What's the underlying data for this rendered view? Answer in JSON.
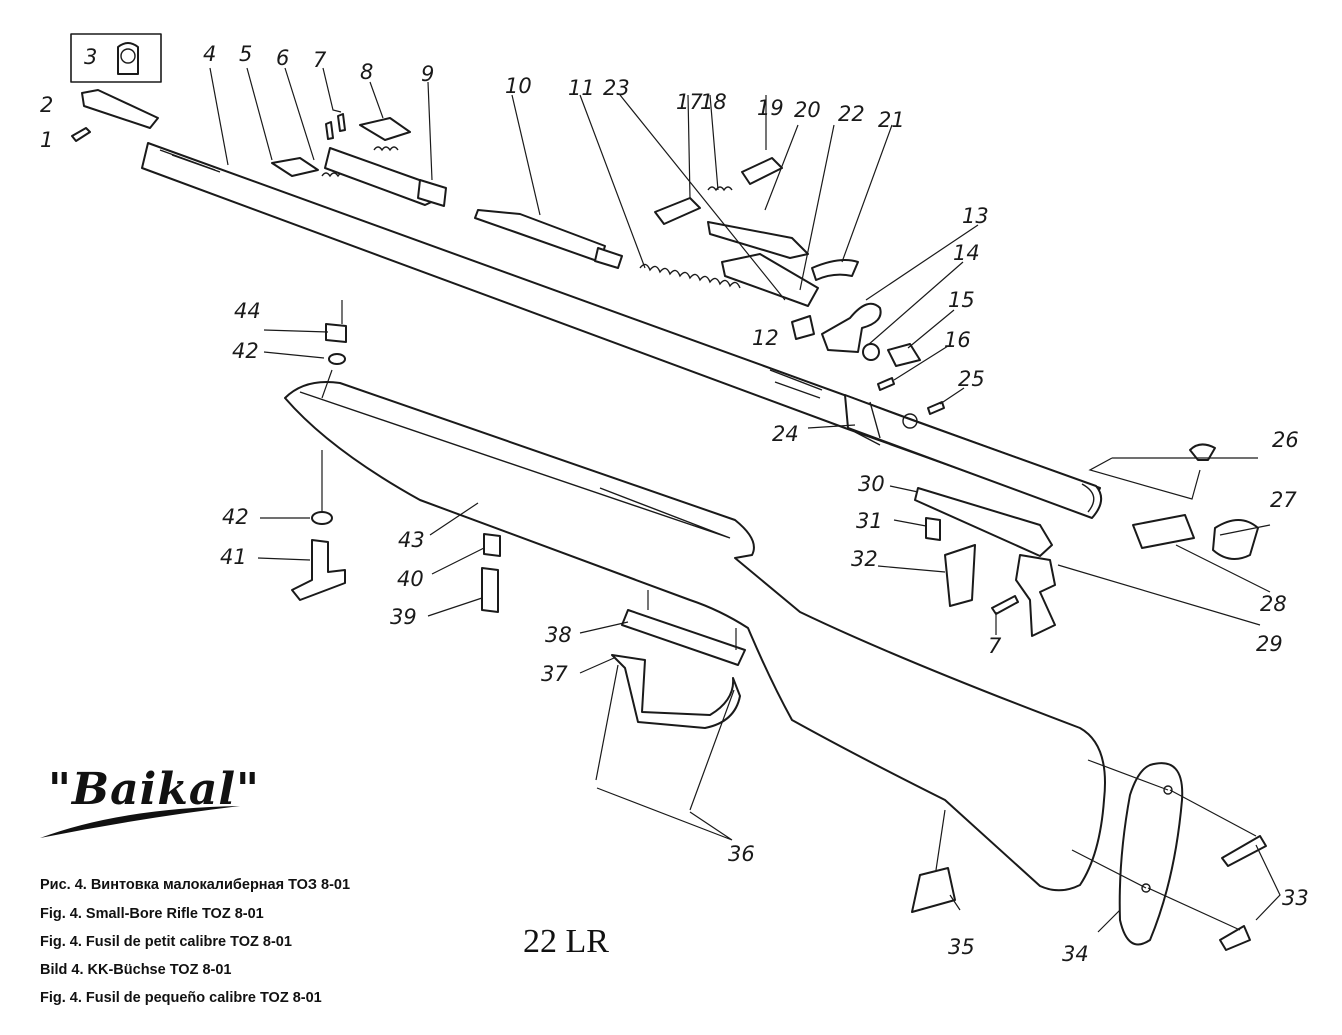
{
  "brand": {
    "logo_text": "\"Baikal\""
  },
  "model": "22 LR",
  "captions": [
    "Рис. 4. Винтовка малокалиберная ТОЗ 8-01",
    "Fig. 4. Small-Bore Rifle TOZ 8-01",
    "Fig. 4. Fusil de petit calibre TOZ 8-01",
    "Bild 4. KK-Büchse TOZ 8-01",
    "Fig. 4. Fusil de pequeño calibre TOZ 8-01"
  ],
  "part_numbers": {
    "p1": "1",
    "p2": "2",
    "p3": "3",
    "p4": "4",
    "p5": "5",
    "p6": "6",
    "p7": "7",
    "p7b": "7",
    "p8": "8",
    "p9": "9",
    "p10": "10",
    "p11": "11",
    "p12": "12",
    "p13": "13",
    "p14": "14",
    "p15": "15",
    "p16": "16",
    "p17": "17",
    "p18": "18",
    "p19": "19",
    "p20": "20",
    "p21": "21",
    "p22": "22",
    "p23": "23",
    "p24": "24",
    "p25": "25",
    "p26": "26",
    "p27": "27",
    "p28": "28",
    "p29": "29",
    "p30": "30",
    "p31": "31",
    "p32": "32",
    "p33": "33",
    "p34": "34",
    "p35": "35",
    "p36": "36",
    "p37": "37",
    "p38": "38",
    "p39": "39",
    "p40": "40",
    "p41": "41",
    "p42a": "42",
    "p42b": "42",
    "p43": "43",
    "p44": "44"
  }
}
